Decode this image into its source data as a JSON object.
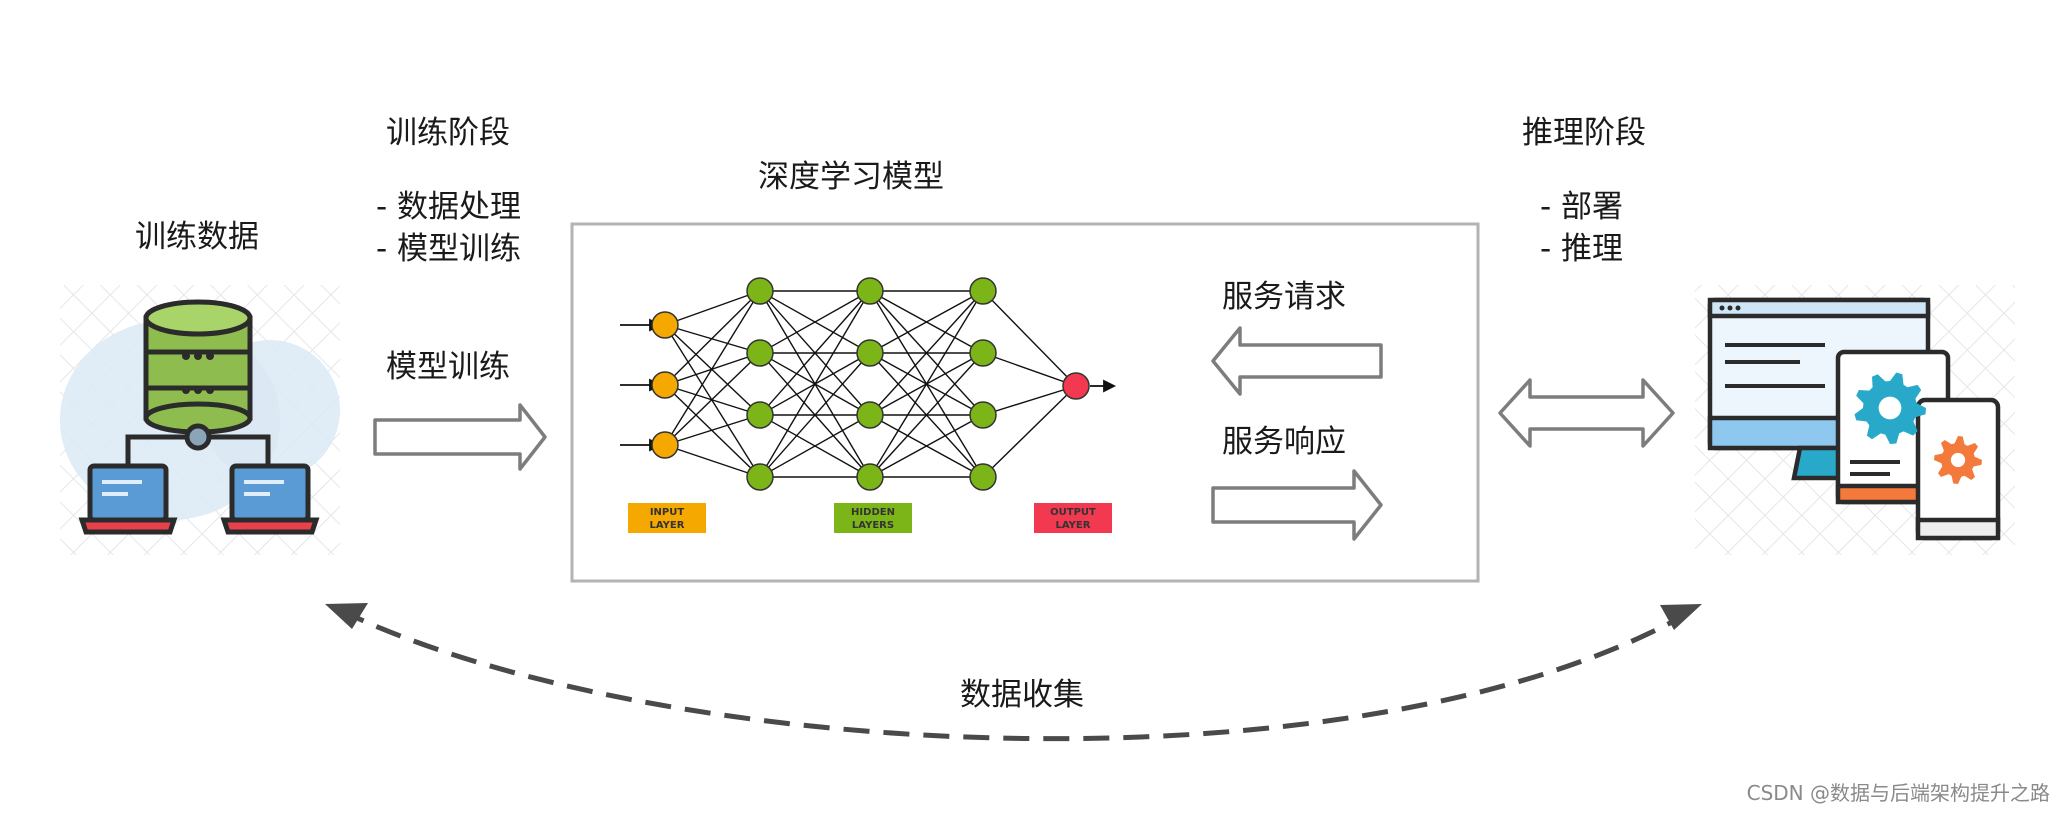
{
  "training": {
    "data_label": "训练数据",
    "phase_title": "训练阶段",
    "phase_items": [
      "- 数据处理",
      "- 模型训练"
    ],
    "arrow_label": "模型训练"
  },
  "model": {
    "title": "深度学习模型",
    "layer_tags": [
      {
        "line1": "INPUT",
        "line2": "LAYER",
        "color": "#f5a800"
      },
      {
        "line1": "HIDDEN",
        "line2": "LAYERS",
        "color": "#7cb518"
      },
      {
        "line1": "OUTPUT",
        "line2": "LAYER",
        "color": "#f2394f"
      }
    ],
    "request_label": "服务请求",
    "response_label": "服务响应"
  },
  "inference": {
    "phase_title": "推理阶段",
    "phase_items": [
      "- 部署",
      "- 推理"
    ]
  },
  "loop_label": "数据收集",
  "watermark": "CSDN @数据与后端架构提升之路",
  "colors": {
    "input_node": "#f5a800",
    "hidden_node": "#7cb518",
    "output_node": "#f2394f",
    "arrow_stroke": "#7d7d7d",
    "box_border": "#b3b3b3",
    "database": "#8fbc4f",
    "laptop_screen": "#5b9bd5",
    "laptop_base": "#e8414c",
    "gear_blue": "#29a9c9",
    "gear_orange": "#f47a3c"
  },
  "icons": [
    "database-network-icon",
    "devices-gear-icon"
  ]
}
